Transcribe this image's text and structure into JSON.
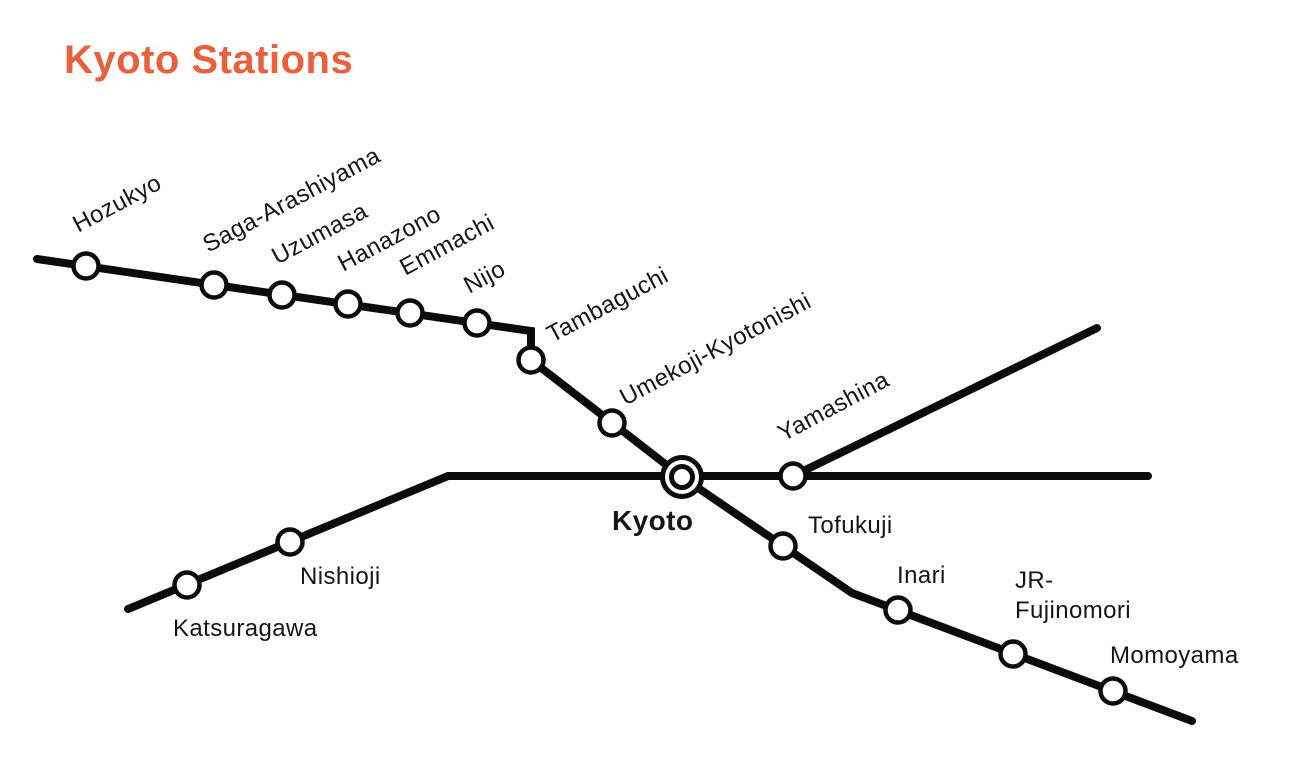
{
  "title": "Kyoto Stations",
  "colors": {
    "title_color": "#E8603C",
    "line_color": "#0B0B0B",
    "station_fill": "#FFFFFF",
    "label_color": "#151515"
  },
  "stations": [
    {
      "name": "Hozukyo"
    },
    {
      "name": "Saga-Arashiyama"
    },
    {
      "name": "Uzumasa"
    },
    {
      "name": "Hanazono"
    },
    {
      "name": "Emmachi"
    },
    {
      "name": "Nijo"
    },
    {
      "name": "Tambaguchi"
    },
    {
      "name": "Umekoji-Kyotonishi"
    },
    {
      "name": "Kyoto"
    },
    {
      "name": "Yamashina"
    },
    {
      "name": "Tofukuji"
    },
    {
      "name": "Inari"
    },
    {
      "name": "JR-Fujinomori"
    },
    {
      "name": "Momoyama"
    },
    {
      "name": "Nishioji"
    },
    {
      "name": "Katsuragawa"
    }
  ]
}
